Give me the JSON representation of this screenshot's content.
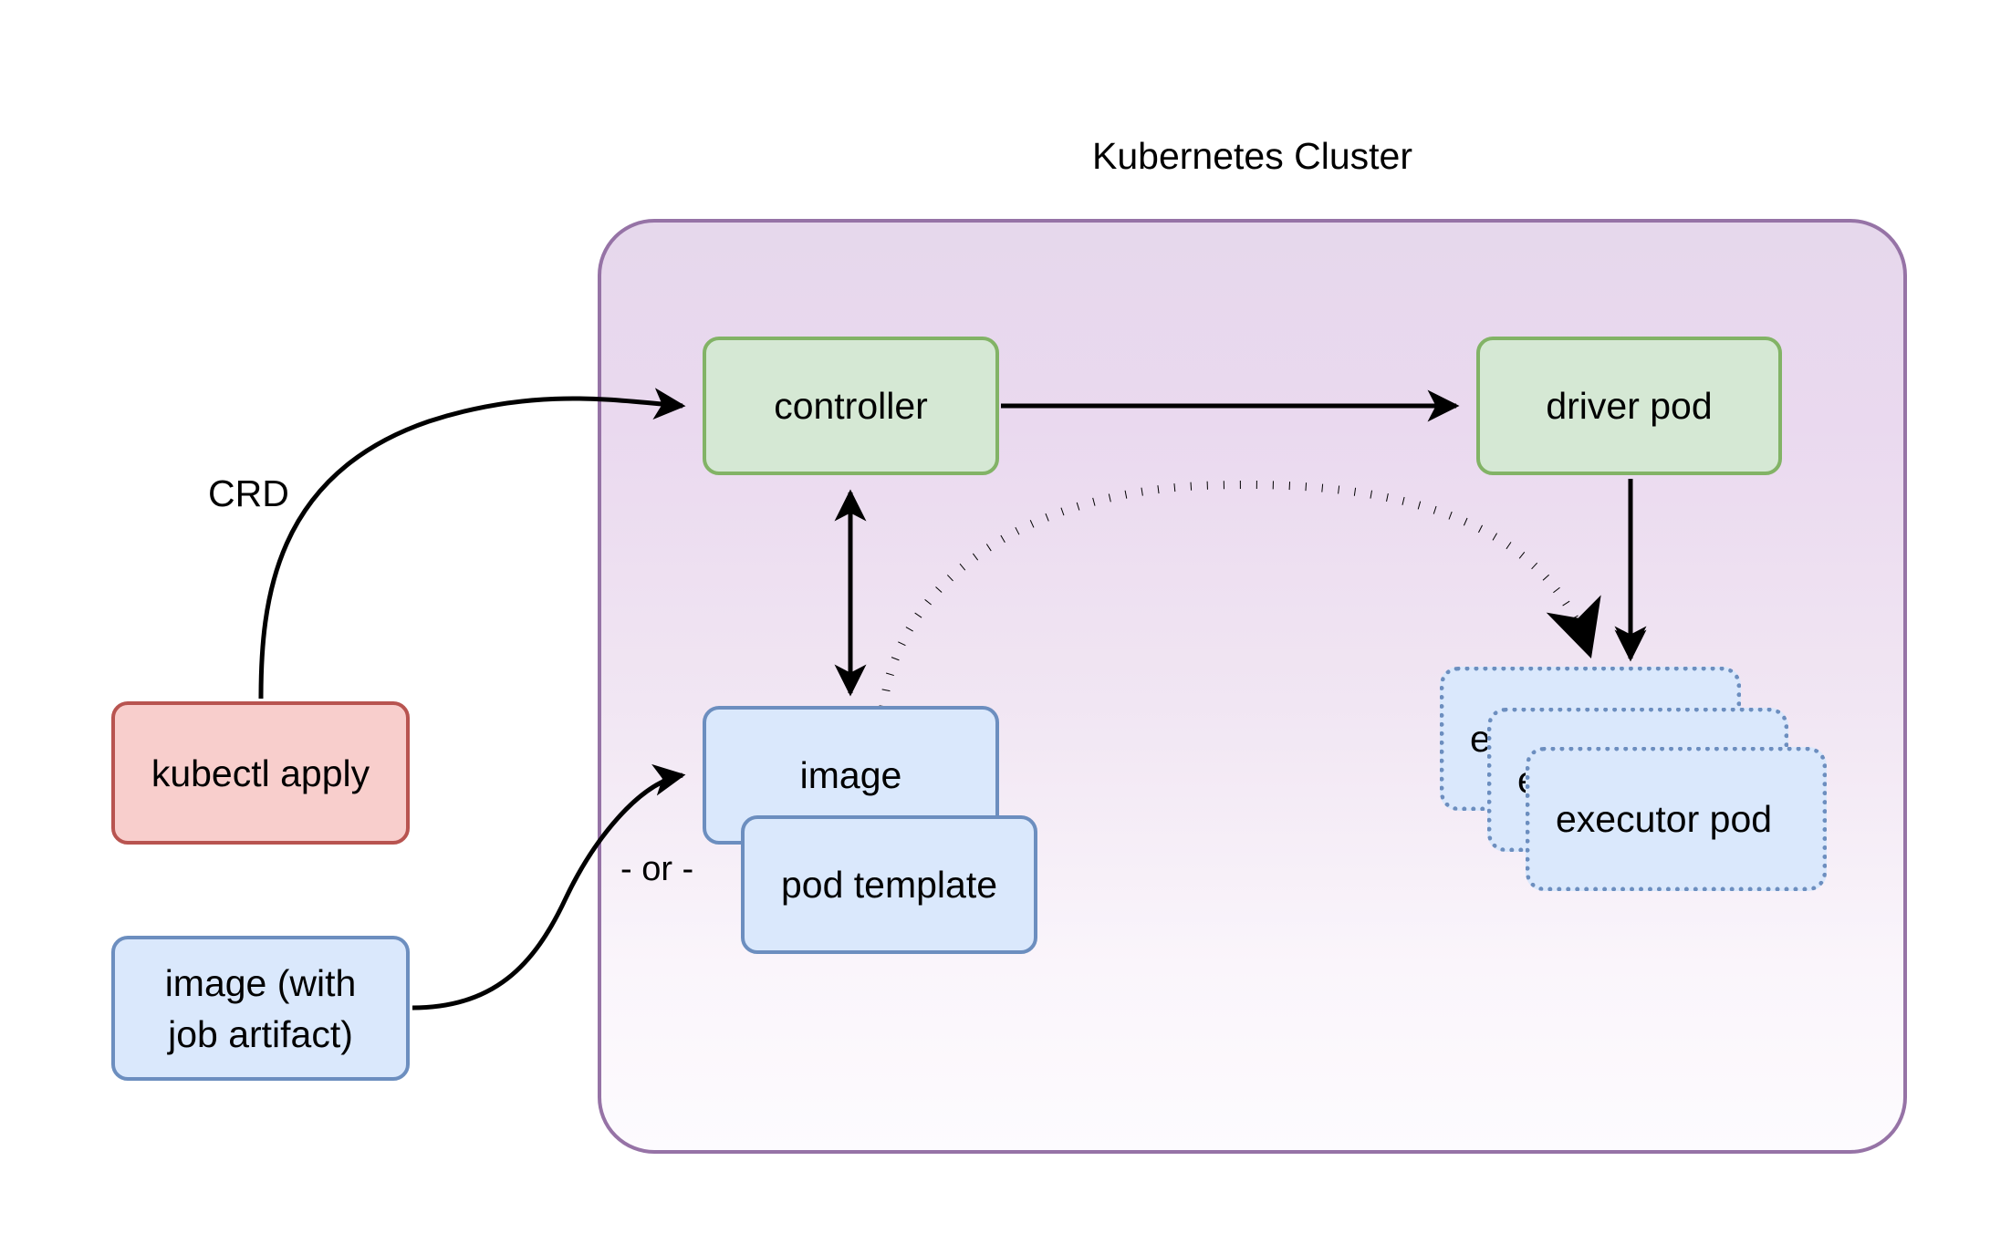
{
  "diagram": {
    "title": "Kubernetes Cluster",
    "cluster": {
      "label": "Kubernetes Cluster",
      "fill_top": "#e6d8ec",
      "fill_bottom": "#fdfbfe",
      "border_color": "#9673a6"
    },
    "nodes": [
      {
        "id": "controller",
        "label": "controller",
        "shape": "rounded-rect",
        "fill": "#d5e8d4",
        "border": "#82b366",
        "style": "solid",
        "inside_cluster": true
      },
      {
        "id": "driver-pod",
        "label": "driver pod",
        "shape": "rounded-rect",
        "fill": "#d5e8d4",
        "border": "#82b366",
        "style": "solid",
        "inside_cluster": true
      },
      {
        "id": "image",
        "label": "image",
        "shape": "rounded-rect",
        "fill": "#dae8fc",
        "border": "#6c8ebf",
        "style": "solid",
        "inside_cluster": true
      },
      {
        "id": "pod-template",
        "label": "pod template",
        "shape": "rounded-rect",
        "fill": "#dae8fc",
        "border": "#6c8ebf",
        "style": "solid",
        "inside_cluster": true
      },
      {
        "id": "kubectl-apply",
        "label": "kubectl apply",
        "shape": "rounded-rect",
        "fill": "#f8cecc",
        "border": "#b85450",
        "style": "solid",
        "inside_cluster": false
      },
      {
        "id": "image-artifact",
        "label": "image (with job artifact)",
        "label_line1": "image (with",
        "label_line2": "job artifact)",
        "shape": "rounded-rect",
        "fill": "#dae8fc",
        "border": "#6c8ebf",
        "style": "solid",
        "inside_cluster": false
      },
      {
        "id": "executor-pod-1",
        "label": "executor pod",
        "shape": "rounded-rect",
        "fill": "#dae8fc",
        "border": "#6c8ebf",
        "style": "dotted",
        "inside_cluster": true
      },
      {
        "id": "executor-pod-2",
        "label": "executor pod",
        "shape": "rounded-rect",
        "fill": "#dae8fc",
        "border": "#6c8ebf",
        "style": "dotted",
        "inside_cluster": true
      },
      {
        "id": "executor-pod-3",
        "label": "executor pod",
        "shape": "rounded-rect",
        "fill": "#dae8fc",
        "border": "#6c8ebf",
        "style": "dotted",
        "inside_cluster": true
      }
    ],
    "edge_labels": {
      "crd": "CRD",
      "or": "- or -"
    },
    "edges": [
      {
        "from": "kubectl-apply",
        "to": "controller",
        "label": "CRD",
        "style": "solid",
        "arrow": "single",
        "curved": true
      },
      {
        "from": "image-artifact",
        "to": "image",
        "label": "",
        "style": "solid",
        "arrow": "single",
        "curved": true
      },
      {
        "from": "controller",
        "to": "driver-pod",
        "label": "",
        "style": "solid",
        "arrow": "single",
        "curved": false
      },
      {
        "from": "controller",
        "to": "image",
        "label": "",
        "style": "solid",
        "arrow": "double",
        "curved": false
      },
      {
        "from": "driver-pod",
        "to": "executor-pods",
        "label": "",
        "style": "solid",
        "arrow": "single",
        "curved": false
      },
      {
        "from": "image",
        "to": "executor-pods",
        "label": "",
        "style": "dotted",
        "arrow": "single",
        "curved": true
      }
    ]
  }
}
